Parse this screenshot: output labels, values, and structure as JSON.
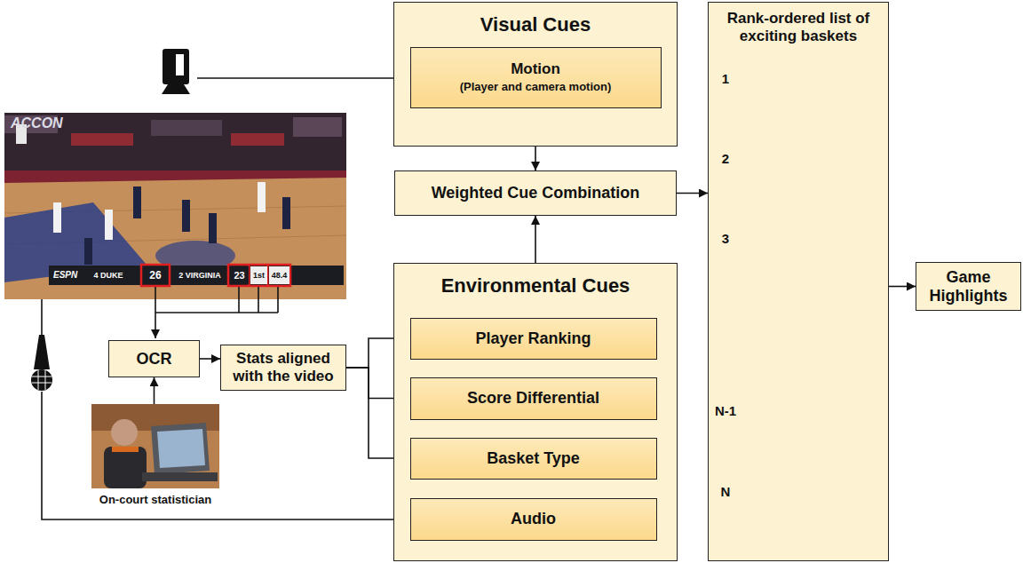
{
  "diagram": {
    "nodes": [
      {
        "text": [
          "Visual Cues"
        ]
      },
      {
        "text": [
          "Motion",
          "(Player and camera motion)"
        ],
        "in": 0
      },
      {
        "text": [
          "Weighted Cue Combination"
        ]
      },
      {
        "text": [
          "Environmental Cues"
        ]
      },
      {
        "text": [
          "Player Ranking"
        ],
        "in": 3
      },
      {
        "text": [
          "Score Differential"
        ],
        "in": 3
      },
      {
        "text": [
          "Basket Type"
        ],
        "in": 3
      },
      {
        "text": [
          "Audio"
        ],
        "in": 3
      },
      {
        "text": [
          "Rank-ordered list of exciting baskets"
        ]
      },
      {
        "text": [
          "Game Highlights"
        ]
      },
      {
        "text": [
          "OCR"
        ]
      },
      {
        "text": [
          "Stats aligned with the video"
        ]
      },
      {
        "text": [
          "On-court statistician"
        ]
      }
    ],
    "edges": [
      {
        "from": 0,
        "to": 2,
        "arrow": "to"
      },
      {
        "from": 3,
        "to": 2,
        "arrow": "to"
      },
      {
        "from": 2,
        "to": 8,
        "arrow": "to"
      },
      {
        "from": 8,
        "to": 9,
        "arrow": "to"
      },
      {
        "from": 10,
        "to": 11,
        "arrow": "to"
      },
      {
        "from": 12,
        "to": 10,
        "arrow": "to"
      },
      {
        "from": 11,
        "to": 4,
        "arrow": "to"
      },
      {
        "from": 11,
        "to": 5,
        "arrow": "to"
      },
      {
        "from": 11,
        "to": 6,
        "arrow": "to"
      }
    ],
    "labels": [
      "ACCON",
      "ESPN",
      "4 DUKE",
      "26",
      "2 VIRGINIA",
      "23",
      "1st",
      "48.4",
      "1",
      "2",
      "3",
      "N-1",
      "N"
    ]
  }
}
